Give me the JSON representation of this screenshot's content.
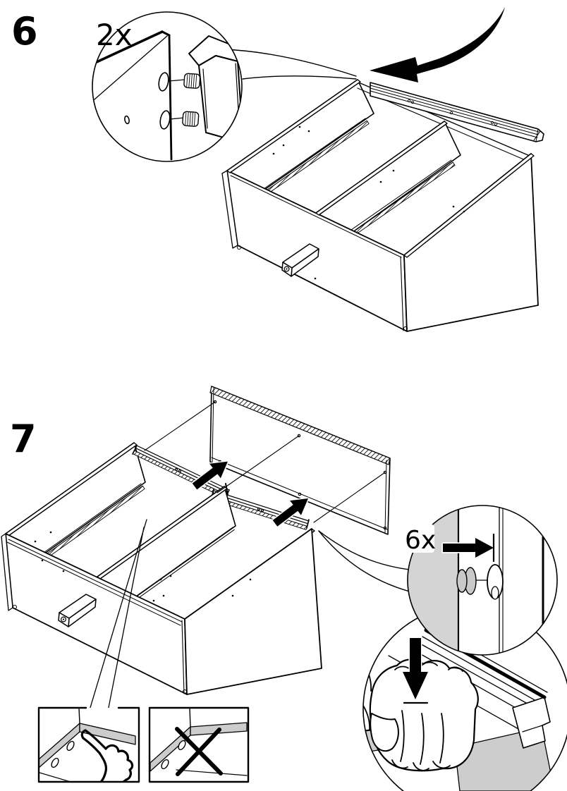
{
  "page": {
    "background": "#ffffff",
    "line_color": "#000000",
    "shade_color": "#d4d4d4",
    "inset_shade": "#cccccc"
  },
  "steps": [
    {
      "number": "6",
      "callout": {
        "quantity_label": "2x",
        "part_icon": "wooden-dowel-icon"
      },
      "part_icons": [
        "cabinet-frame-icon",
        "back-rail-icon",
        "curved-insert-arrow-icon"
      ]
    },
    {
      "number": "7",
      "callout": {
        "quantity_label": "6x",
        "part_icon": "cap-nail-icon"
      },
      "part_icons": [
        "cabinet-frame-icon",
        "back-panel-icon",
        "slide-arrow-icon",
        "press-down-arrow-icon",
        "press-hand-icon"
      ],
      "insets": [
        {
          "icon": "pointing-hand-icon",
          "meaning": "correct-detail"
        },
        {
          "icon": "cross-mark-icon",
          "meaning": "incorrect-warning"
        }
      ]
    }
  ]
}
